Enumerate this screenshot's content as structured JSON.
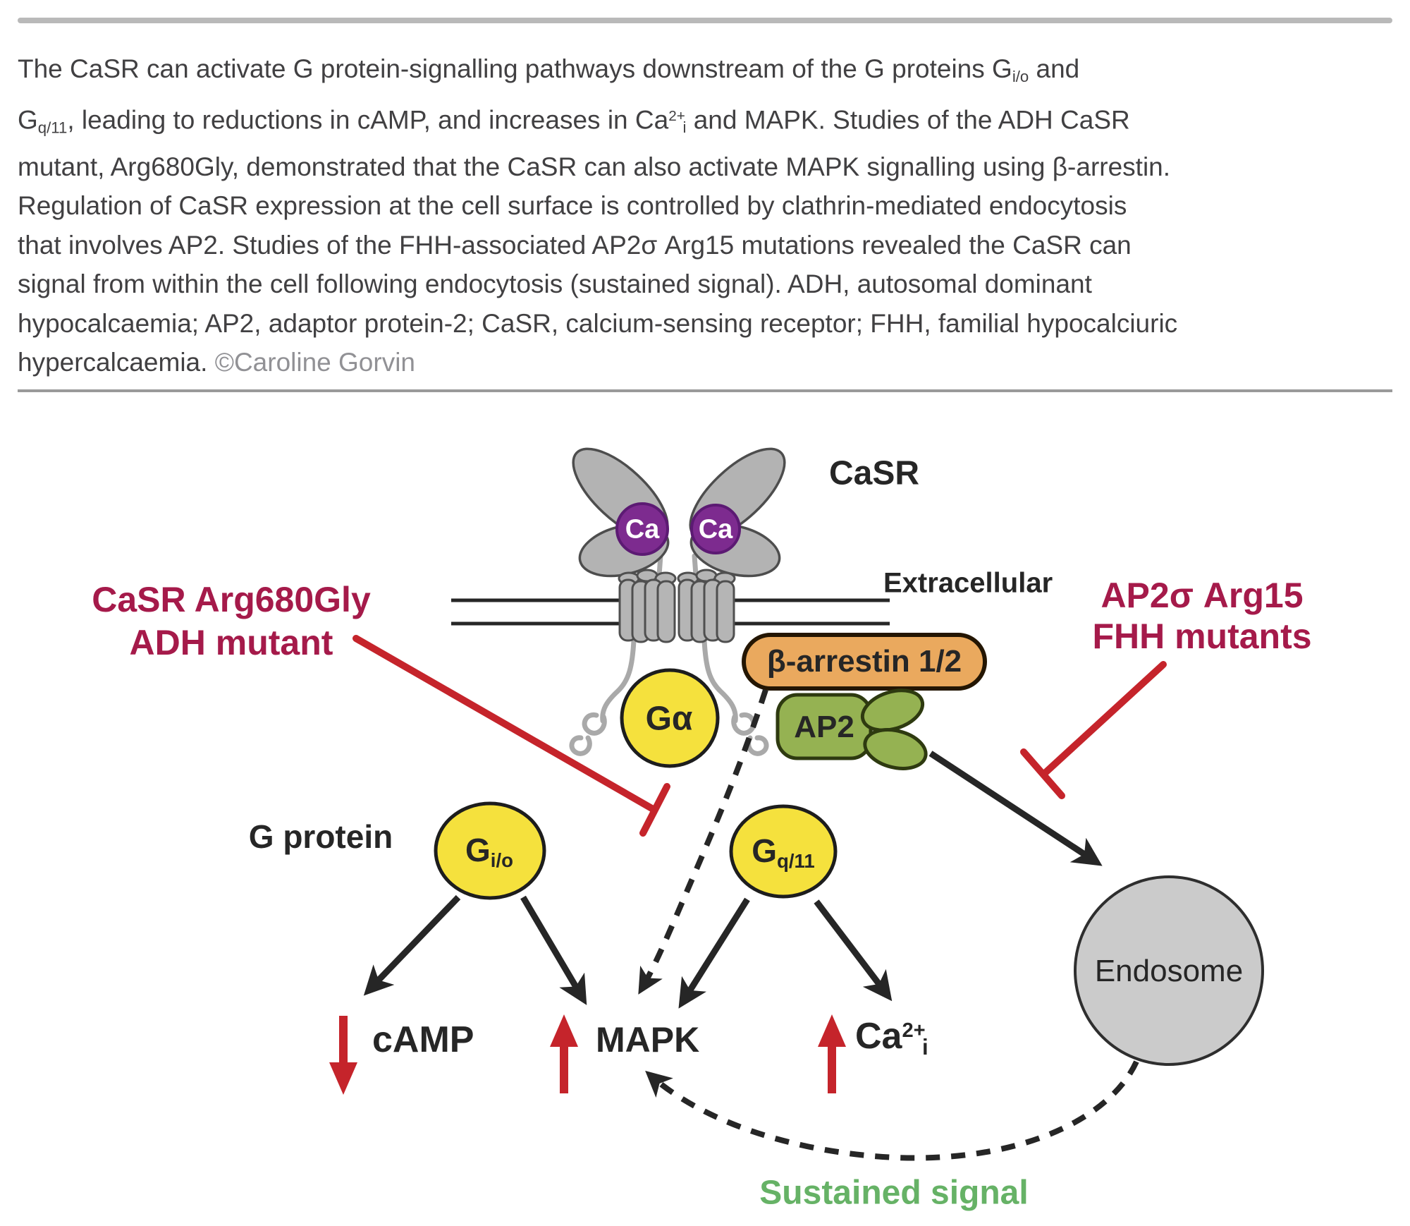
{
  "colors": {
    "crimson": "#a51a4a",
    "red": "#c5242b",
    "yellow": "#f5e13d",
    "orange": "#eaa95e",
    "ap2_green": "#95b252",
    "purple": "#7d2b8f",
    "receptor_gray": "#b3b3b3",
    "endosome_gray": "#cbcbcb",
    "ink": "#262626",
    "text": "#414042",
    "muted": "#919195",
    "green_text": "#66b266",
    "rule": "#b9b9b9",
    "divider": "#9a9a9a"
  },
  "caption": {
    "lines": [
      [
        {
          "t": "The CaSR can activate G protein-signalling pathways downstream of the G proteins G"
        },
        {
          "t": "i/o",
          "sub": true
        },
        {
          "t": " and"
        }
      ],
      [
        {
          "t": "G"
        },
        {
          "t": "q/11",
          "sub": true
        },
        {
          "t": ", leading to reductions in cAMP, and increases in Ca"
        },
        {
          "t": "2+",
          "sup": true
        },
        {
          "t": "i",
          "sub": true
        },
        {
          "t": " and MAPK. Studies of the ADH CaSR"
        }
      ],
      [
        {
          "t": "mutant, Arg680Gly, demonstrated that the CaSR can also activate MAPK signalling using β-arrestin."
        }
      ],
      [
        {
          "t": "Regulation of CaSR expression at the cell surface is controlled by clathrin-mediated endocytosis"
        }
      ],
      [
        {
          "t": "that involves AP2. Studies of the FHH-associated AP2σ Arg15 mutations revealed the CaSR can"
        }
      ],
      [
        {
          "t": "signal from within the cell following endocytosis (sustained signal). ADH, autosomal dominant"
        }
      ],
      [
        {
          "t": "hypocalcaemia; AP2, adaptor protein-2; CaSR, calcium-sensing receptor; FHH, familial hypocalciuric"
        }
      ],
      [
        {
          "t": "hypercalcaemia. "
        },
        {
          "t": "©Caroline Gorvin",
          "c": "muted"
        }
      ]
    ]
  },
  "diagram": {
    "casr_title": "CaSR",
    "extracellular": "Extracellular",
    "beta_arrestin": "β-arrestin 1/2",
    "ap2": "AP2",
    "g_alpha": "Gα",
    "ca_ion": "Ca",
    "g_protein": "G protein",
    "gio_runs": [
      {
        "t": "G"
      },
      {
        "t": "i/o",
        "sub": true
      }
    ],
    "gq11_runs": [
      {
        "t": "G"
      },
      {
        "t": "q/11",
        "sub": true
      }
    ],
    "camp": "cAMP",
    "mapk": "MAPK",
    "ca_i_runs": [
      {
        "t": "Ca"
      },
      {
        "t": "2+",
        "sup": true
      },
      {
        "t": "i",
        "sub": true
      }
    ],
    "endosome": "Endosome",
    "sustained_signal": "Sustained signal",
    "left_mutant": {
      "line1": "CaSR Arg680Gly",
      "line2": "ADH mutant"
    },
    "right_mutant": {
      "line1": "AP2σ Arg15",
      "line2": "FHH mutants"
    }
  }
}
